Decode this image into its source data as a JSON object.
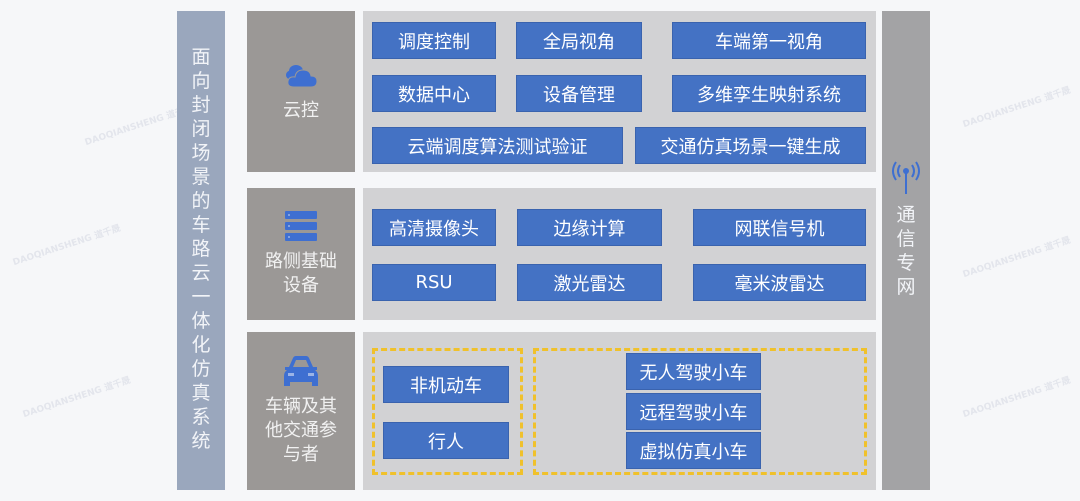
{
  "title": "面向封闭场景的车路云一体化仿真系统",
  "title_chars": [
    "面",
    "向",
    "封",
    "闭",
    "场",
    "景",
    "的",
    "车",
    "路",
    "云",
    "一",
    "体",
    "化",
    "仿",
    "真",
    "系",
    "统"
  ],
  "layers": [
    {
      "label": "云控",
      "icon": "cloud-icon",
      "items": [
        "调度控制",
        "全局视角",
        "车端第一视角",
        "数据中心",
        "设备管理",
        "多维孪生映射系统",
        "云端调度算法测试验证",
        "交通仿真场景一键生成"
      ]
    },
    {
      "label_lines": [
        "路侧基础",
        "设备"
      ],
      "icon": "server-icon",
      "items": [
        "高清摄像头",
        "边缘计算",
        "网联信号机",
        "RSU",
        "激光雷达",
        "毫米波雷达"
      ]
    },
    {
      "label_lines": [
        "车辆及其",
        "他交通参",
        "与者"
      ],
      "icon": "car-icon",
      "groups": [
        {
          "items": [
            "非机动车",
            "行人"
          ]
        },
        {
          "items": [
            "无人驾驶小车",
            "远程驾驶小车",
            "虚拟仿真小车"
          ]
        }
      ]
    }
  ],
  "comm": {
    "icon": "antenna-signal-icon",
    "chars": [
      "通",
      "信",
      "专",
      "网"
    ]
  },
  "colors": {
    "box_blue": "#4472c4",
    "label_gray": "#9b9896",
    "panel_gray": "#d2d2d4",
    "title_blue_gray": "#9aa7bd",
    "dash_yellow": "#f0c12b"
  },
  "watermark": "DAOQIANSHENG 道千晟"
}
